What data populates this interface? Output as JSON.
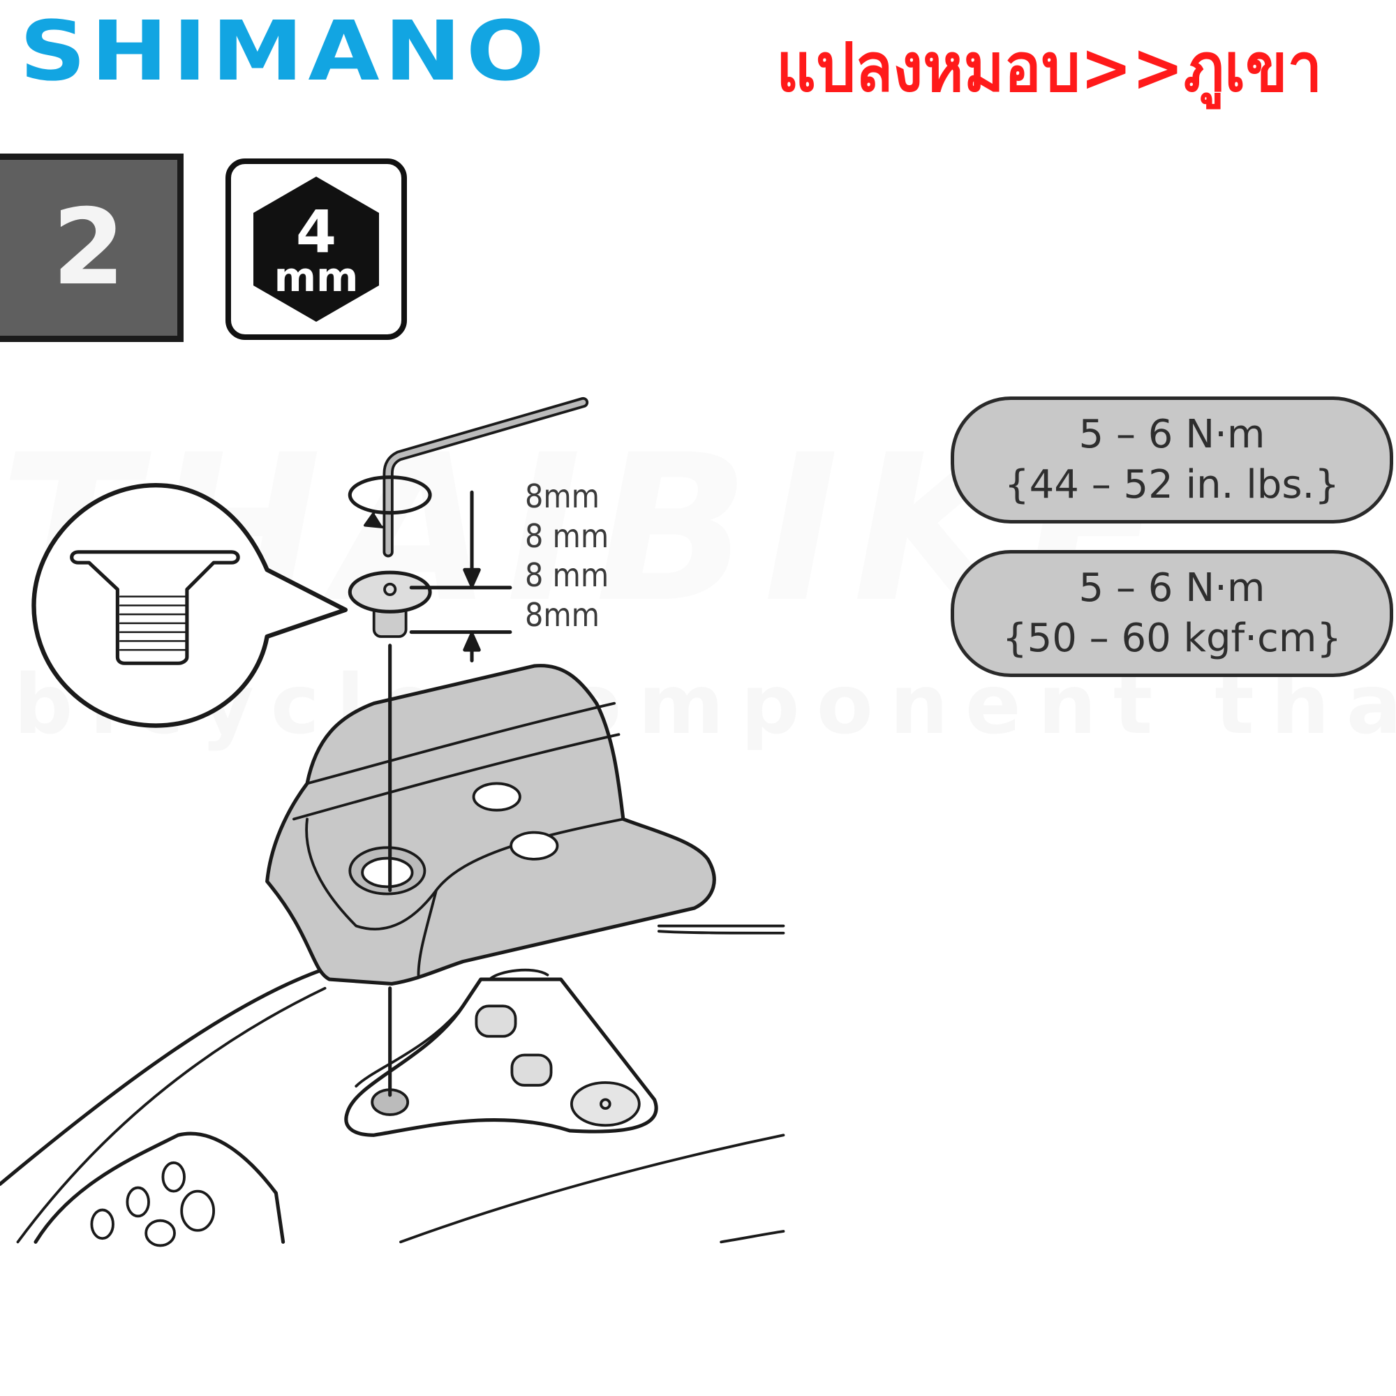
{
  "header": {
    "brand_logo": "SHIMANO",
    "title": "แปลงหมอบ>>ภูเขา"
  },
  "step": {
    "number": "2"
  },
  "tool": {
    "icon": "hex-key-icon",
    "size": "4",
    "unit": "mm"
  },
  "dimension_labels": [
    "8mm",
    "8 mm",
    "8 mm",
    "8mm"
  ],
  "torque": [
    {
      "value": "5 – 6 N·m",
      "alt": "{44 – 52 in. lbs.}"
    },
    {
      "value": "5 – 6 N·m",
      "alt": "{50 – 60 kgf·cm}"
    }
  ],
  "watermark": {
    "line1": "THAIBIKE",
    "line2": "bicycle component thailand"
  },
  "colors": {
    "brand": "#12a5e2",
    "title": "#ff1a1a",
    "step_box": "#5f5f5f",
    "torque_fill": "#c8c8c8",
    "part_fill": "#c8c8c8"
  }
}
